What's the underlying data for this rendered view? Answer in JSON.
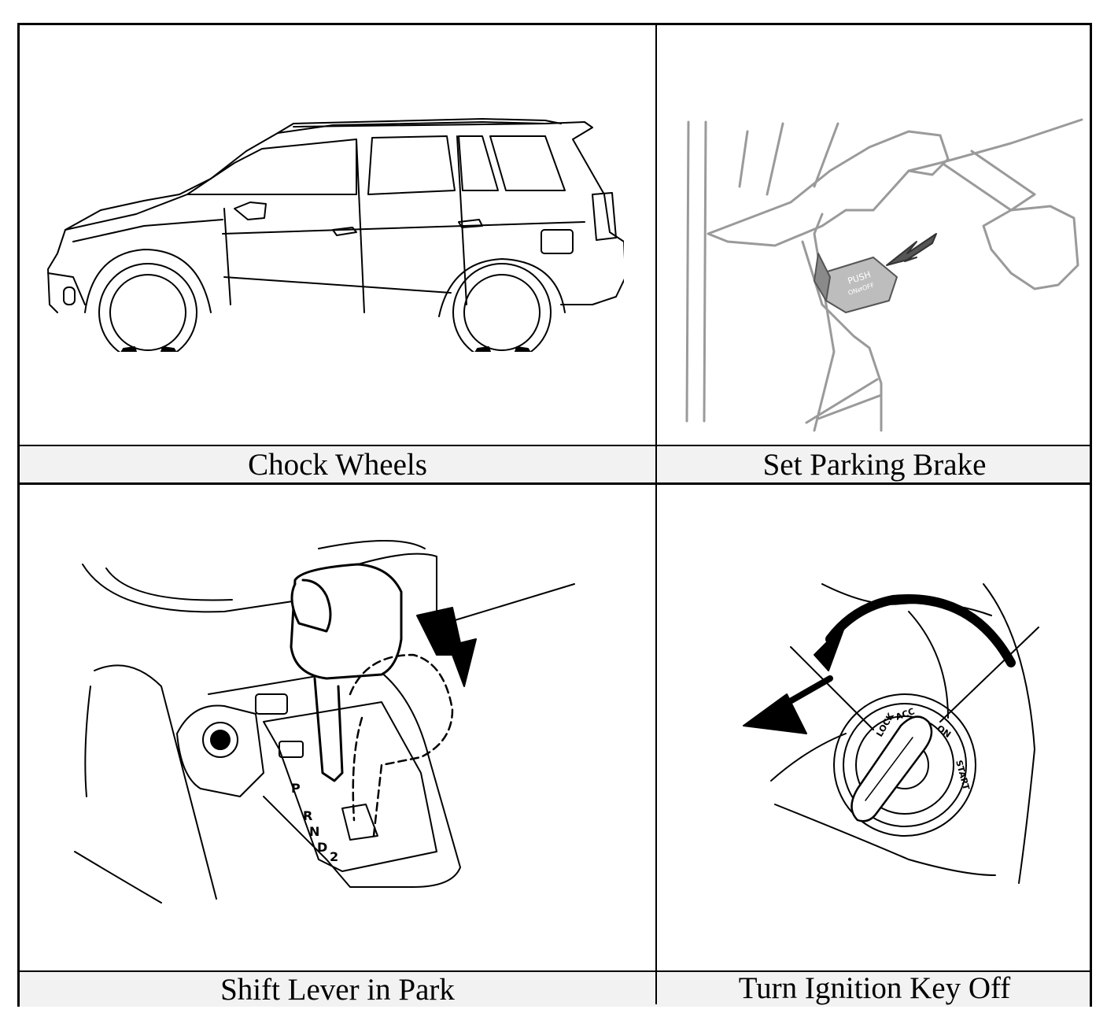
{
  "steps": [
    {
      "caption": "Chock Wheels",
      "illustration": "car-with-wheel-chocks"
    },
    {
      "caption": "Set Parking Brake",
      "illustration": "parking-brake-pedal"
    },
    {
      "caption": "Shift Lever in Park",
      "illustration": "shift-lever"
    },
    {
      "caption": "Turn Ignition Key Off",
      "illustration": "ignition-key"
    }
  ],
  "labels": {
    "brake_push": "PUSH",
    "brake_sub": "ON⇄OFF",
    "gear_p": "P",
    "gear_r": "R",
    "gear_n": "N",
    "gear_d": "D",
    "gear_2": "2",
    "ign_lock": "LOCK",
    "ign_acc": "ACC",
    "ign_on": "ON",
    "ign_start": "START"
  }
}
